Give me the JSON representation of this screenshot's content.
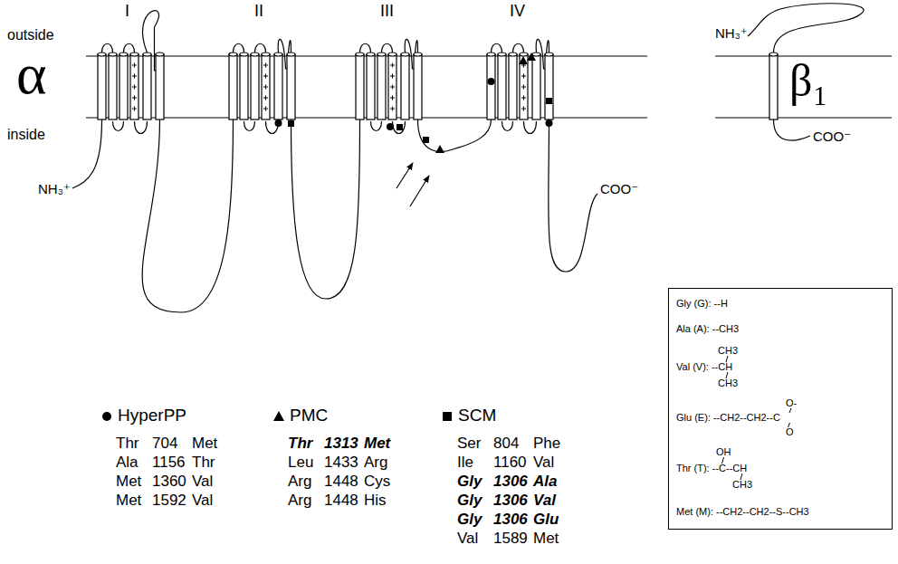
{
  "diagram": {
    "nodes": [
      {
        "text": [
          "Gly (G): --H",
          "Ala (A): --CH3",
          "CH3",
          "Val (V): --CH",
          "CH3",
          "O-",
          "Glu (E): --CH2--CH2--C",
          "O",
          "OH",
          "Thr (T): --C--CH",
          "CH3",
          "Met (M): --CH2--CH2--S--CH3"
        ]
      }
    ],
    "labels": [
      "I",
      "II",
      "III",
      "IV",
      "outside",
      "inside",
      "α",
      "NH₃⁺",
      "COO⁻",
      "NH₃⁺",
      "COO⁻",
      "β₁",
      "Thr",
      "704",
      "Met",
      "Ala",
      "1156",
      "Thr",
      "Met",
      "1360",
      "Val",
      "Met",
      "1592",
      "Val",
      "Thr",
      "1313",
      "Met",
      "Leu",
      "1433",
      "Arg",
      "Arg",
      "1448",
      "Cys",
      "Arg",
      "1448",
      "His",
      "Ser",
      "804",
      "Phe",
      "Ile",
      "1160",
      "Val",
      "Gly",
      "1306",
      "Ala",
      "Gly",
      "1306",
      "Val",
      "Gly",
      "1306",
      "Glu",
      "Val",
      "1589",
      "Met"
    ],
    "legend": [
      {
        "text": "HyperPP"
      },
      {
        "text": "PMC"
      },
      {
        "text": "SCM"
      }
    ]
  }
}
